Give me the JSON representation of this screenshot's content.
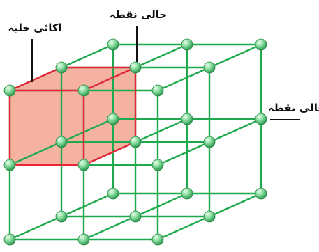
{
  "labels": {
    "unit_cell": "اکائی خلیہ",
    "lattice_point_top": "جالی نقطہ",
    "lattice_point_right": "جالی نقطہ"
  },
  "colors": {
    "lattice_line": "#1eaa4c",
    "lattice_point": "#6fcf8a",
    "unit_cell_fill": "#f6b2a0",
    "unit_cell_edge": "#e8283a",
    "callout_line": "#111111"
  }
}
